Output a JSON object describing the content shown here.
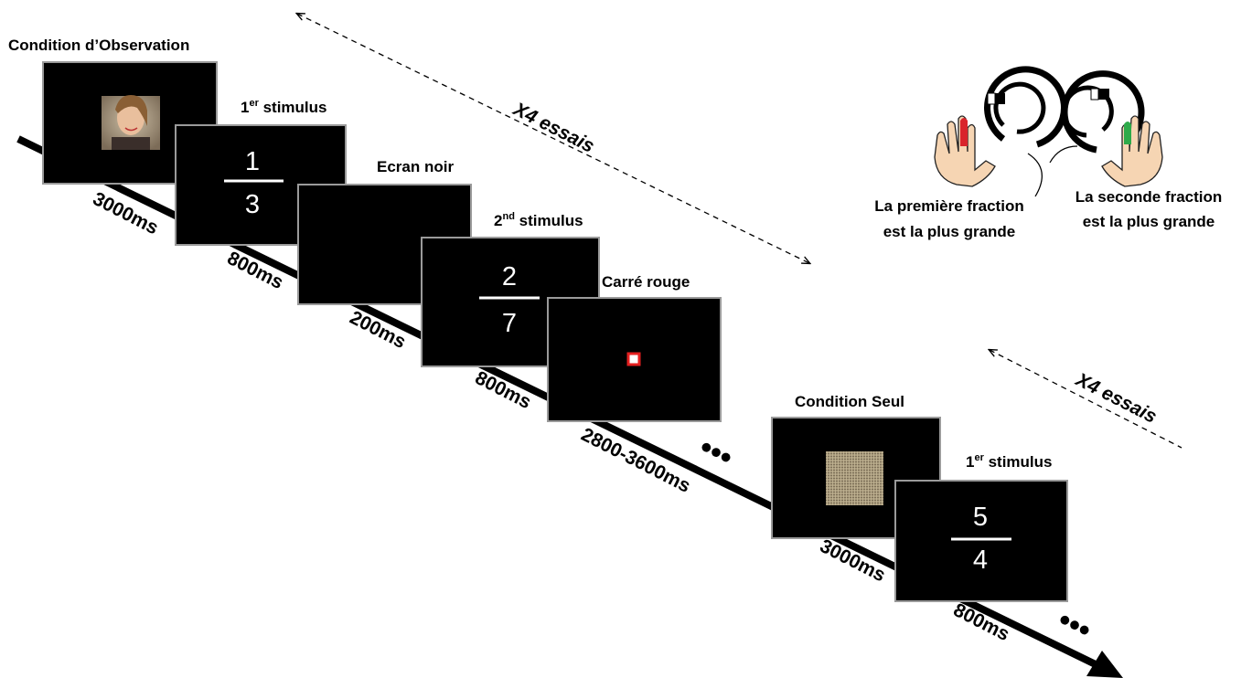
{
  "conditions": {
    "observation": "Condition d’Observation",
    "alone": "Condition Seul"
  },
  "stimuli": {
    "first_1": {
      "label_main": "1",
      "label_sup": "er",
      "label_rest": " stimulus",
      "numerator": "1",
      "denominator": "3"
    },
    "black_screen": {
      "label": "Ecran noir"
    },
    "second": {
      "label_main": "2",
      "label_sup": "nd",
      "label_rest": " stimulus",
      "numerator": "2",
      "denominator": "7"
    },
    "red_square": {
      "label": "Carré rouge"
    },
    "first_2": {
      "label_main": "1",
      "label_sup": "er",
      "label_rest": " stimulus",
      "numerator": "5",
      "denominator": "4"
    }
  },
  "durations": {
    "d1": "3000ms",
    "d2": "800ms",
    "d3": "200ms",
    "d4": "800ms",
    "d5": "2800-3600ms",
    "d6": "3000ms",
    "d7": "800ms"
  },
  "repetitions": {
    "top": "X4 essais",
    "bottom": "X4 essais"
  },
  "responses": {
    "first_line1": "La première fraction",
    "first_line2": "est la plus grande",
    "second_line1": "La seconde fraction",
    "second_line2": "est la plus grande"
  },
  "ellipsis": "•••",
  "colors": {
    "screen": "#000000",
    "screen_border": "#9a9a9a",
    "red_finger": "#d9242b",
    "green_finger": "#2eaa4a",
    "skin": "#f6d5b3",
    "red_square": "#e41f1f"
  }
}
